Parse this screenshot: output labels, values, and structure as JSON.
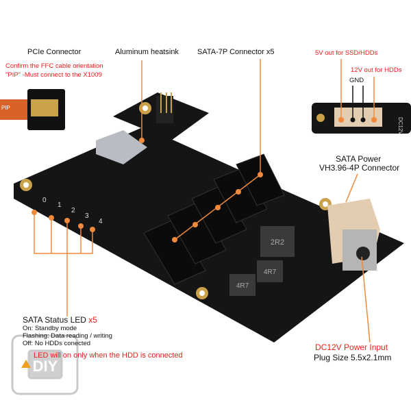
{
  "labels": {
    "pcie": "PCIe Connector",
    "pcie_note1": "Confirm the FFC cable orientation",
    "pcie_note2": "\"PIP\" -Must connect to the X1009",
    "heatsink": "Aluminum heatsink",
    "sata7p": "SATA-7P Connector x5",
    "v5": "5V out for SSD/HDDs",
    "v12": "12V out for HDDs",
    "gnd": "GND",
    "sata_power1": "SATA Power",
    "sata_power2": "VH3.96-4P Connector",
    "dc_input": "DC12V Power Input",
    "plug_size": "Plug Size 5.5x2.1mm",
    "led_title": "SATA Status LED",
    "led_count": "x5",
    "led_on": "On: Standby mode",
    "led_flash": "Flashing: Data reading / writing",
    "led_off": "Off: No HDDs conected",
    "led_warning": "LED will on only when the HDD is connected"
  },
  "board_marks": {
    "inductor1": "2R2",
    "inductor2": "4R7",
    "inductor3": "4R7",
    "dc12v": "DC12V",
    "leds": [
      "0",
      "1",
      "2",
      "3",
      "4"
    ]
  },
  "logo": {
    "text": "DIY"
  },
  "colors": {
    "accent": "#f08a3c",
    "red": "#e8201c",
    "board": "#151515",
    "gold": "#c9a24a"
  }
}
